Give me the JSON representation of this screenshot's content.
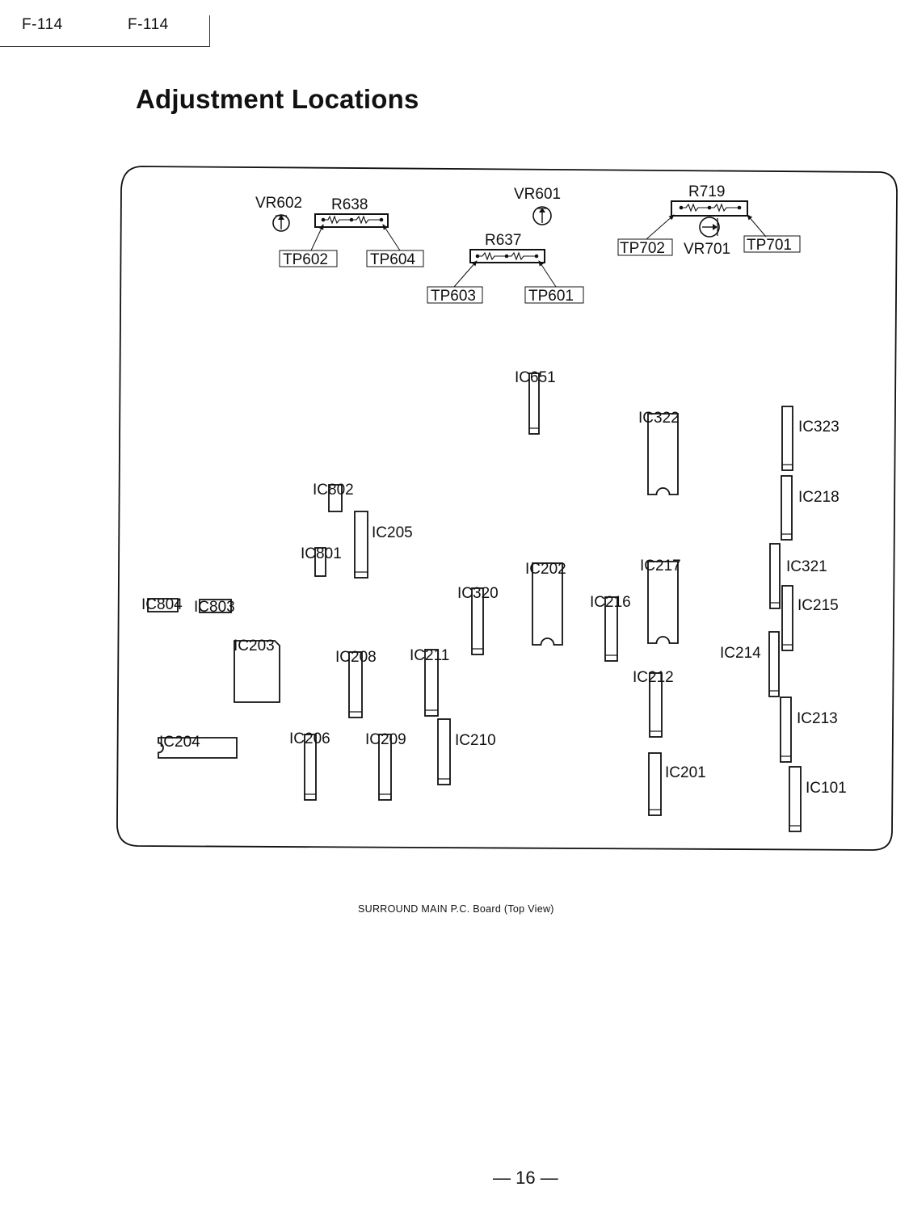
{
  "header": {
    "model_left": "F-114",
    "model_right": "F-114"
  },
  "page_title": "Adjustment Locations",
  "board": {
    "caption": "SURROUND MAIN P.C. Board (Top View)",
    "adjustments": {
      "vr602": "VR602",
      "vr601": "VR601",
      "vr701": "VR701",
      "r638": "R638",
      "r637": "R637",
      "r719": "R719"
    },
    "test_points": {
      "tp602": "TP602",
      "tp604": "TP604",
      "tp603": "TP603",
      "tp601": "TP601",
      "tp702": "TP702",
      "tp701": "TP701"
    },
    "ics": {
      "ic651": "IC651",
      "ic322": "IC322",
      "ic323": "IC323",
      "ic218": "IC218",
      "ic802": "IC802",
      "ic205": "IC205",
      "ic801": "IC801",
      "ic202": "IC202",
      "ic217": "IC217",
      "ic321": "IC321",
      "ic320": "IC320",
      "ic216": "IC216",
      "ic215": "IC215",
      "ic804": "IC804",
      "ic803": "IC803",
      "ic203": "IC203",
      "ic208": "IC208",
      "ic211": "IC211",
      "ic214": "IC214",
      "ic212": "IC212",
      "ic213": "IC213",
      "ic204": "IC204",
      "ic206": "IC206",
      "ic209": "IC209",
      "ic210": "IC210",
      "ic201": "IC201",
      "ic101": "IC101"
    }
  },
  "footer": {
    "page_number": "— 16 —"
  }
}
